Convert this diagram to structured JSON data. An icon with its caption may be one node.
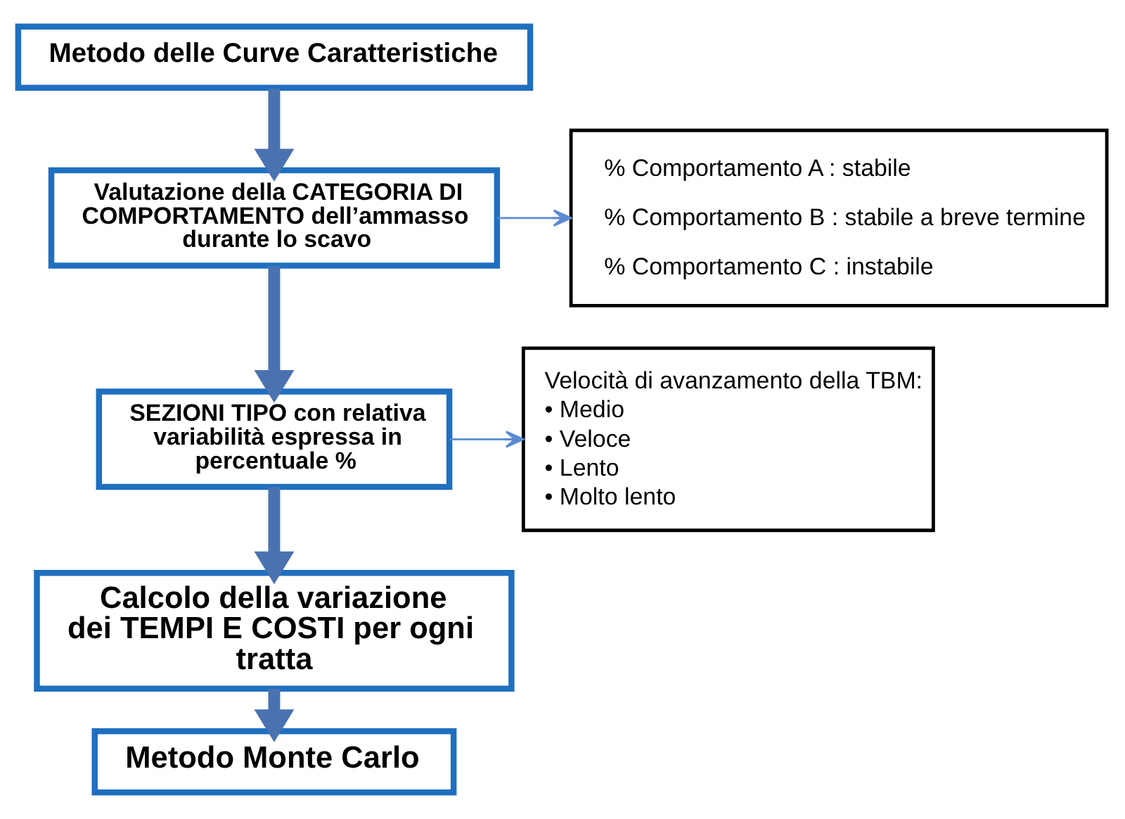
{
  "diagram": {
    "nodes": [
      {
        "text": [
          "Metodo delle Curve Caratteristiche"
        ]
      },
      {
        "text": [
          "Valutazione della CATEGORIA DI COMPORTAMENTO dell’ammasso durante lo scavo"
        ]
      },
      {
        "text": [
          "% Comportamento A : stabile",
          "% Comportamento B : stabile a breve termine",
          "% Comportamento C : instabile"
        ]
      },
      {
        "text": [
          "SEZIONI TIPO con relativa variabilità espressa in percentuale %"
        ]
      },
      {
        "text": [
          "Velocità di avanzamento della TBM:",
          "• Medio",
          "• Veloce",
          "• Lento",
          "• Molto lento"
        ]
      },
      {
        "text": [
          "Calcolo della variazione dei TEMPI E COSTI per ogni tratta"
        ]
      },
      {
        "text": [
          "Metodo Monte Carlo"
        ]
      }
    ],
    "edges": [
      {
        "from": 0,
        "to": 1,
        "arrow": "to"
      },
      {
        "from": 1,
        "to": 2,
        "arrow": "to",
        "color": "#5b8bd0"
      },
      {
        "from": 1,
        "to": 3,
        "arrow": "to"
      },
      {
        "from": 3,
        "to": 4,
        "arrow": "to",
        "color": "#5b8bd0"
      },
      {
        "from": 3,
        "to": 5,
        "arrow": "to"
      },
      {
        "from": 5,
        "to": 6,
        "arrow": "to"
      }
    ]
  }
}
